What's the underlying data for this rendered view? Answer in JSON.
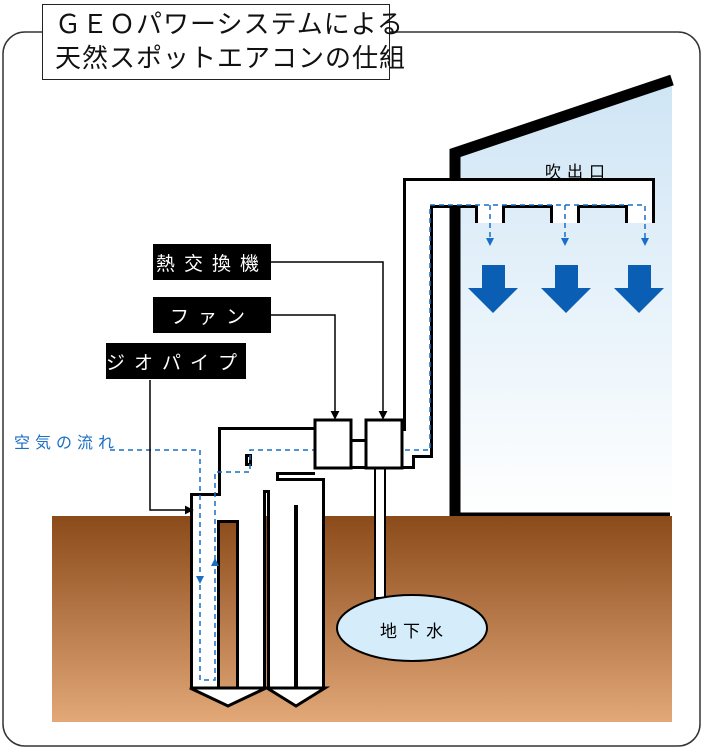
{
  "title": {
    "line1": "ＧＥＯパワーシステムによる",
    "line2": "天然スポットエアコンの仕組"
  },
  "labels": {
    "heat_exchanger": "熱交換機",
    "fan": "ファン",
    "geo_pipe": "ジオパイプ",
    "air_flow": "空気の流れ",
    "outlet": "吹出口",
    "groundwater": "地下水"
  },
  "colors": {
    "soil_top": "#8b4a1a",
    "soil_bottom": "#e2a878",
    "sky_top": "#cfe5f5",
    "arrow_blue": "#0a5fb4",
    "flow_blue": "#1a6fc4",
    "water_fill": "#d5ecfa",
    "black": "#000000"
  },
  "icons": [
    "down-arrow-icon",
    "flow-arrow-icon"
  ]
}
